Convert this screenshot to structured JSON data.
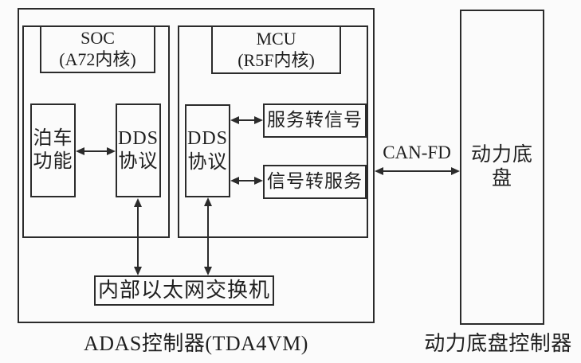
{
  "colors": {
    "line": "#2b2b2b",
    "text": "#1f1f1f",
    "bg": "#fbfbfb"
  },
  "adas": {
    "caption": "ADAS控制器(TDA4VM)",
    "soc": {
      "title": "SOC",
      "subtitle": "(A72内核)",
      "parking": {
        "line1": "泊车",
        "line2": "功能"
      },
      "dds": {
        "line1": "DDS",
        "line2": "协议"
      }
    },
    "mcu": {
      "title": "MCU",
      "subtitle": "(R5F内核)",
      "dds": {
        "line1": "DDS",
        "line2": "协议"
      },
      "service_to_signal": "服务转信号",
      "signal_to_service": "信号转服务"
    },
    "ethernet_switch": "内部以太网交换机"
  },
  "bus": {
    "label": "CAN-FD"
  },
  "chassis": {
    "box_label": "动力底盘",
    "caption": "动力底盘控制器"
  }
}
